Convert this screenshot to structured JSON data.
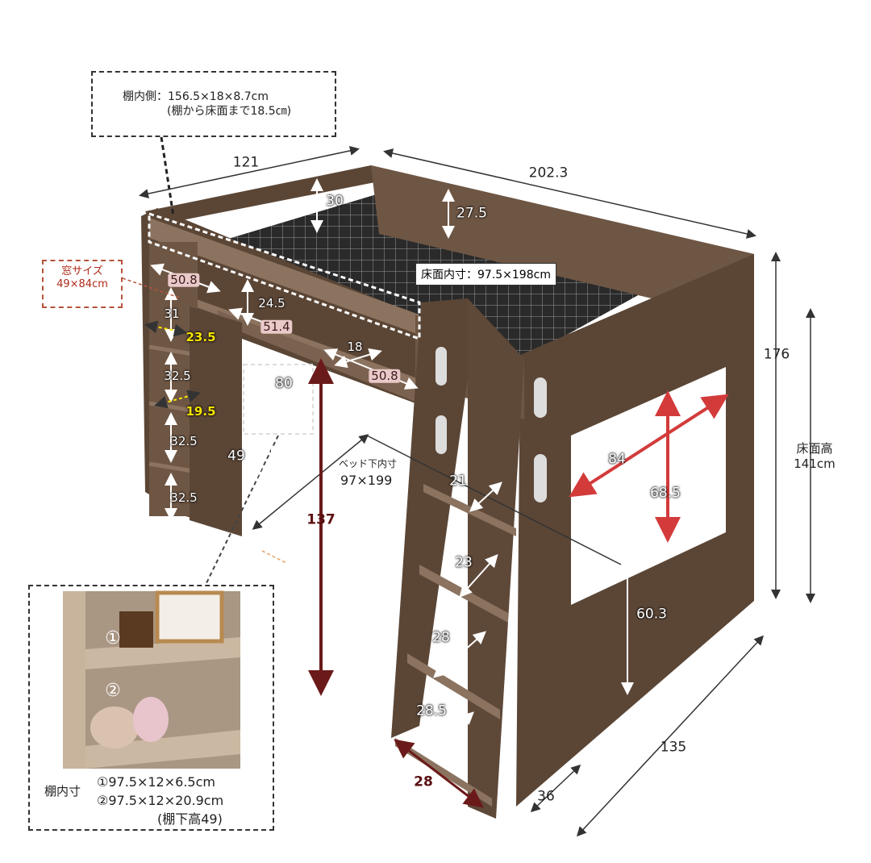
{
  "callouts": {
    "shelf_inner": "棚内側：156.5×18×8.7cm",
    "shelf_to_floor": "(棚から床面まで18.5㎝)",
    "window_title": "窓サイズ",
    "window_size": "49×84cm",
    "floor_inner": "床面内寸：97.5×198cm",
    "under_bed_title": "ベッド下内寸",
    "under_bed_size": "97×199",
    "floor_height_title": "床面高",
    "floor_height_value": "141cm"
  },
  "dimensions": {
    "width": "121",
    "length": "202.3",
    "guard_left": "30",
    "guard_right": "27.5",
    "total_height": "176",
    "shelf_top_width": "50.8",
    "shelf_top_height": "24.5",
    "shelf_mid_width": "51.4",
    "side_shelf_1": "31",
    "side_depth_1": "23.5",
    "side_shelf_2": "32.5",
    "side_depth_2": "19.5",
    "side_shelf_3": "32.5",
    "side_shelf_4": "32.5",
    "shelf_depth": "18",
    "shelf_lower_width": "50.8",
    "opening_height": "80",
    "under_shelf": "49",
    "clearance": "137",
    "window_w": "84",
    "window_h": "68.5",
    "step_1": "21",
    "step_2": "23",
    "step_3": "28",
    "step_4": "28.5",
    "ladder_width": "28",
    "ladder_depth": "36",
    "depth": "135",
    "side_panel_height": "60.3"
  },
  "inset": {
    "marker_1": "①",
    "marker_2": "②",
    "title": "棚内寸",
    "line_1": "①97.5×12×6.5cm",
    "line_2": "②97.5×12×20.9cm",
    "line_3": "(棚下高49)"
  },
  "colors": {
    "wood_dark": "#5b4636",
    "wood_mid": "#6e5644",
    "wood_light": "#8b7360",
    "accent_red": "#d33b3b",
    "accent_dark_red": "#6b1a1a",
    "highlight_yellow": "#f5e400"
  }
}
